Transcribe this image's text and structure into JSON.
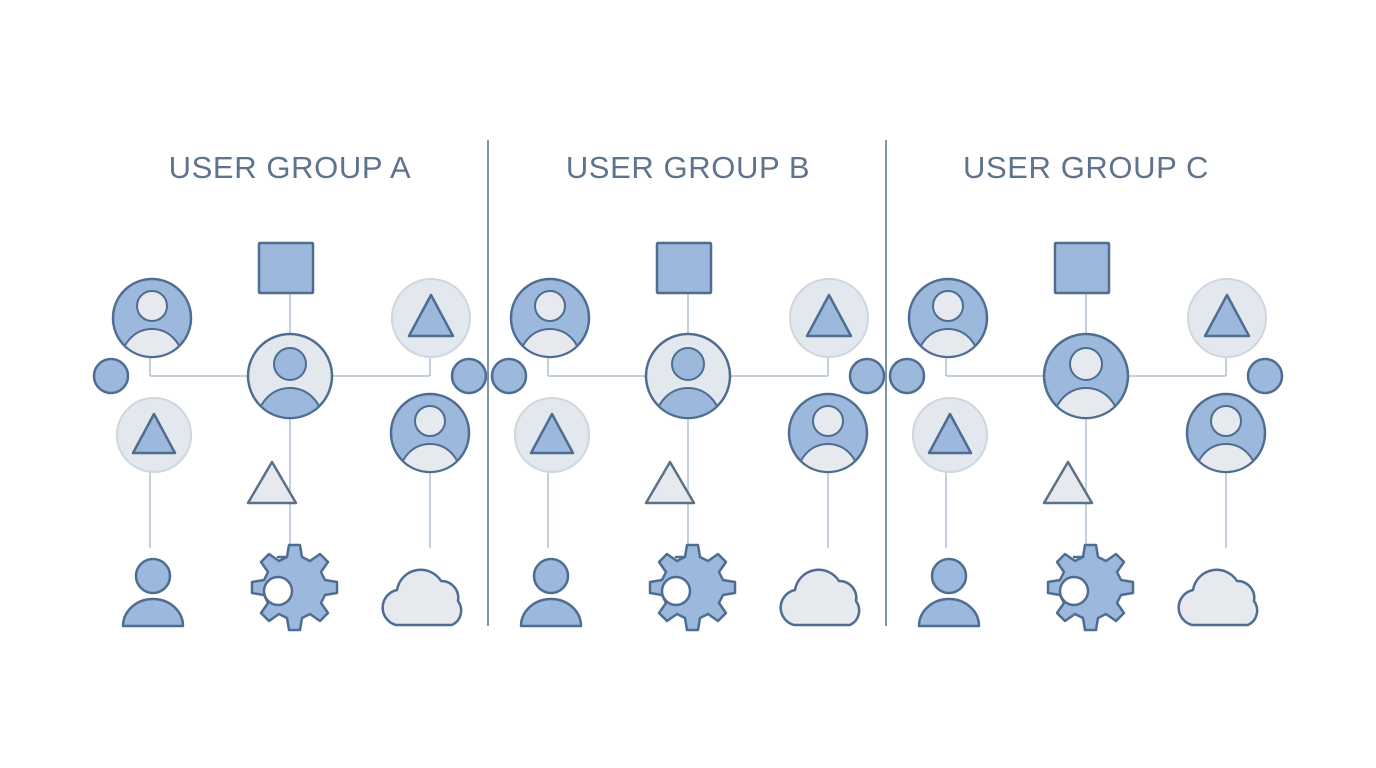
{
  "page": {
    "background": "#ffffff",
    "title_color": "#5e748e",
    "divider_color": "#7e94ab",
    "connector_color": "#c4d0dd",
    "blue_fill": "#9cb8dc",
    "blue_stroke": "#4f6d91",
    "gray_fill": "#e3e8ee",
    "gray_stroke": "#ced6df",
    "icon_gray_fill": "#e6eaef",
    "icon_stroke": "#4f6d91"
  },
  "groups": [
    {
      "title": "USER GROUP A",
      "center_node": {
        "name": "center-avatar",
        "type": "avatar",
        "variant": "gray"
      },
      "nodes": [
        {
          "name": "square-node",
          "type": "square",
          "variant": "blue"
        },
        {
          "name": "top-left-avatar",
          "type": "avatar",
          "variant": "blue"
        },
        {
          "name": "top-right-triangle-badge",
          "type": "triangle-badge",
          "variant": "gray"
        },
        {
          "name": "left-dot",
          "type": "dot",
          "variant": "blue"
        },
        {
          "name": "right-dot",
          "type": "dot",
          "variant": "blue"
        },
        {
          "name": "bottom-left-triangle-badge",
          "type": "triangle-badge",
          "variant": "gray"
        },
        {
          "name": "bottom-right-avatar",
          "type": "avatar",
          "variant": "blue"
        },
        {
          "name": "small-triangle",
          "type": "triangle",
          "variant": "gray"
        }
      ],
      "footer_icons": [
        {
          "name": "person-icon",
          "label": "person"
        },
        {
          "name": "gear-icon",
          "label": "gear"
        },
        {
          "name": "cloud-icon",
          "label": "cloud"
        }
      ]
    },
    {
      "title": "USER GROUP B",
      "center_node": {
        "name": "center-avatar",
        "type": "avatar",
        "variant": "gray"
      },
      "nodes": [
        {
          "name": "square-node",
          "type": "square",
          "variant": "blue"
        },
        {
          "name": "top-left-avatar",
          "type": "avatar",
          "variant": "blue"
        },
        {
          "name": "top-right-triangle-badge",
          "type": "triangle-badge",
          "variant": "gray"
        },
        {
          "name": "left-dot",
          "type": "dot",
          "variant": "blue"
        },
        {
          "name": "right-dot",
          "type": "dot",
          "variant": "blue"
        },
        {
          "name": "bottom-left-triangle-badge",
          "type": "triangle-badge",
          "variant": "gray"
        },
        {
          "name": "bottom-right-avatar",
          "type": "avatar",
          "variant": "blue"
        },
        {
          "name": "small-triangle",
          "type": "triangle",
          "variant": "gray"
        }
      ],
      "footer_icons": [
        {
          "name": "person-icon",
          "label": "person"
        },
        {
          "name": "gear-icon",
          "label": "gear"
        },
        {
          "name": "cloud-icon",
          "label": "cloud"
        }
      ]
    },
    {
      "title": "USER GROUP C",
      "center_node": {
        "name": "center-avatar",
        "type": "avatar",
        "variant": "blue"
      },
      "nodes": [
        {
          "name": "square-node",
          "type": "square",
          "variant": "blue"
        },
        {
          "name": "top-left-avatar",
          "type": "avatar",
          "variant": "blue"
        },
        {
          "name": "top-right-triangle-badge",
          "type": "triangle-badge",
          "variant": "gray"
        },
        {
          "name": "left-dot",
          "type": "dot",
          "variant": "blue"
        },
        {
          "name": "right-dot",
          "type": "dot",
          "variant": "blue"
        },
        {
          "name": "bottom-left-triangle-badge",
          "type": "triangle-badge",
          "variant": "gray"
        },
        {
          "name": "bottom-right-avatar",
          "type": "avatar",
          "variant": "blue"
        },
        {
          "name": "small-triangle",
          "type": "triangle",
          "variant": "gray"
        }
      ],
      "footer_icons": [
        {
          "name": "person-icon",
          "label": "person"
        },
        {
          "name": "gear-icon",
          "label": "gear"
        },
        {
          "name": "cloud-icon",
          "label": "cloud"
        }
      ]
    }
  ]
}
